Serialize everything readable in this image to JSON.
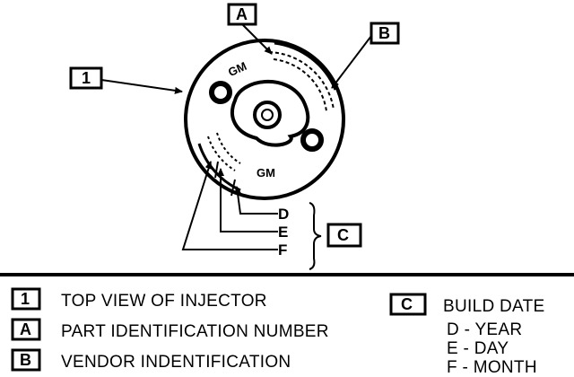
{
  "diagram": {
    "callouts": {
      "one": "1",
      "a": "A",
      "b": "B",
      "c": "C"
    },
    "injector": {
      "logo_top": "GM",
      "logo_bottom": "GM"
    },
    "date_codes": [
      "D",
      "E",
      "F"
    ]
  },
  "legend": {
    "items": [
      {
        "key": "1",
        "text": "TOP VIEW OF INJECTOR"
      },
      {
        "key": "A",
        "text": "PART IDENTIFICATION NUMBER"
      },
      {
        "key": "B",
        "text": "VENDOR INDENTIFICATION"
      }
    ],
    "build": {
      "key": "C",
      "text": "BUILD DATE",
      "lines": [
        "D - YEAR",
        "E - DAY",
        "F - MONTH"
      ]
    }
  }
}
